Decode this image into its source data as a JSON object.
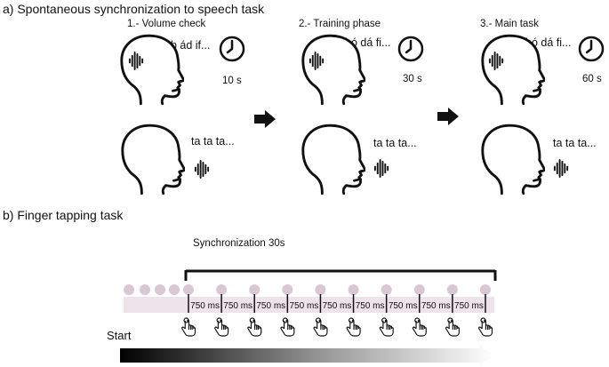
{
  "section_a": {
    "title": "a) Spontaneous synchronization to speech task",
    "steps": [
      {
        "label": "1.- Volume check",
        "stimulus": "ób ád if...",
        "response": "ta ta ta...",
        "duration": "10 s"
      },
      {
        "label": "2.- Training phase",
        "stimulus": "bó dá fi...",
        "response": "ta ta ta...",
        "duration": "30 s"
      },
      {
        "label": "3.- Main task",
        "stimulus": "bó dá fi...",
        "response": "ta ta ta...",
        "duration": "60 s"
      }
    ]
  },
  "section_b": {
    "title": "b) Finger tapping task",
    "bracket_label": "Synchronization 30s",
    "interval_label": "750 ms",
    "interval_count": 9,
    "start_label": "Start"
  },
  "colors": {
    "ink": "#111111",
    "dot": "#d9c7d2",
    "band": "#efe3ea",
    "gradient_start": "#000000",
    "gradient_end": "#ffffff"
  },
  "icons": [
    "head-icon",
    "clock-icon",
    "sound-wave-icon",
    "arrow-right-icon",
    "tapping-hand-icon"
  ]
}
